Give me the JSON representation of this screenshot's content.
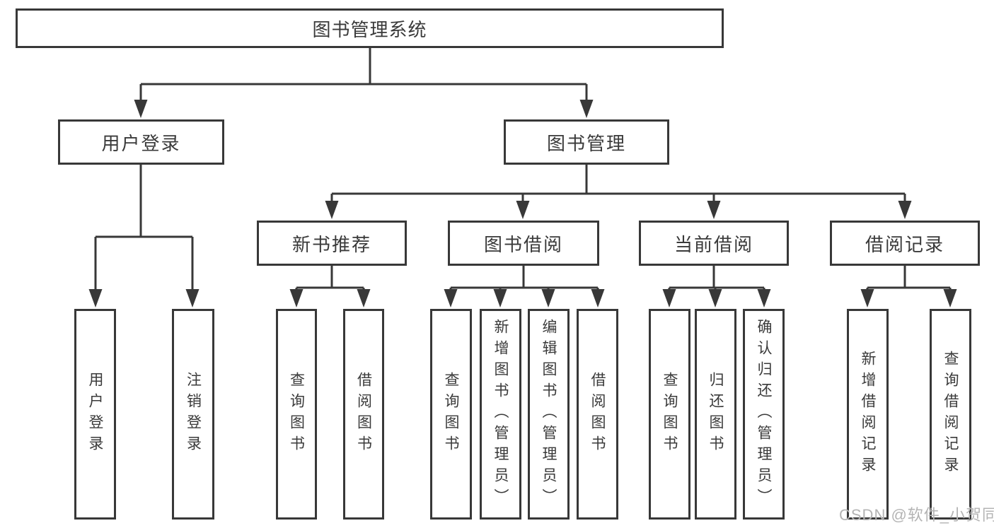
{
  "style": {
    "line_color": "#383838",
    "text_color": "#3a3a3a",
    "watermark_color": "#b4b4b4",
    "background": "#ffffff"
  },
  "watermark": {
    "text": "CSDN @软件_小贺同学"
  },
  "tree": {
    "label": "图书管理系统",
    "children": [
      {
        "label": "用户登录",
        "children": [
          {
            "label": "用户登录"
          },
          {
            "label": "注销登录"
          }
        ]
      },
      {
        "label": "图书管理",
        "children": [
          {
            "label": "新书推荐",
            "children": [
              {
                "label": "查询图书"
              },
              {
                "label": "借阅图书"
              }
            ]
          },
          {
            "label": "图书借阅",
            "children": [
              {
                "label": "查询图书"
              },
              {
                "label": "新增图书（管理员）"
              },
              {
                "label": "编辑图书（管理员）"
              },
              {
                "label": "借阅图书"
              }
            ]
          },
          {
            "label": "当前借阅",
            "children": [
              {
                "label": "查询图书"
              },
              {
                "label": "归还图书"
              },
              {
                "label": "确认归还（管理员）"
              }
            ]
          },
          {
            "label": "借阅记录",
            "children": [
              {
                "label": "新增借阅记录"
              },
              {
                "label": "查询借阅记录"
              }
            ]
          }
        ]
      }
    ]
  }
}
